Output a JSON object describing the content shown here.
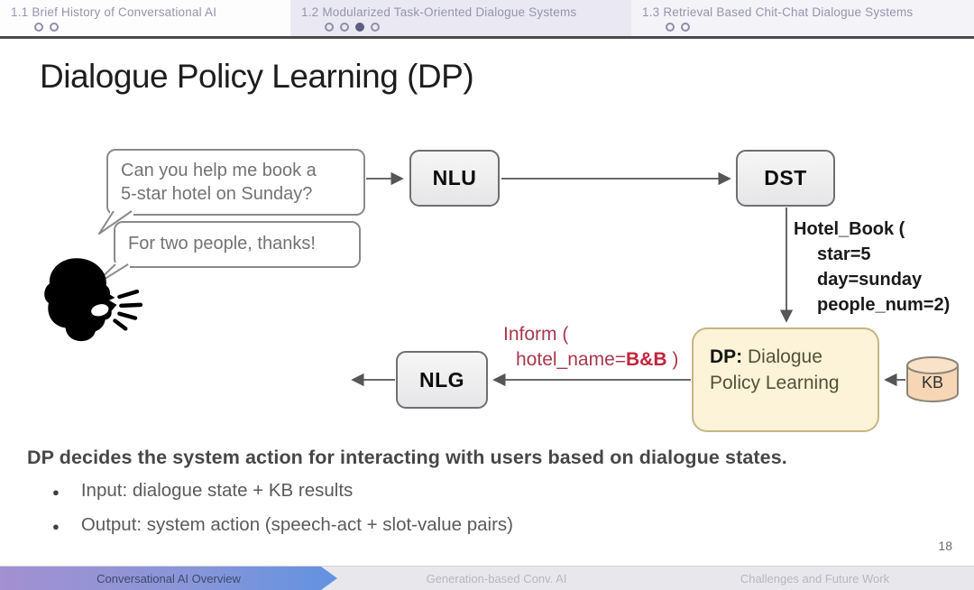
{
  "nav": {
    "sections": [
      {
        "label": "1.1 Brief History of Conversational AI",
        "dots": {
          "total": 2,
          "active": -1
        }
      },
      {
        "label": "1.2 Modularized Task-Oriented Dialogue Systems",
        "dots": {
          "total": 4,
          "active": 2
        }
      },
      {
        "label": "1.3 Retrieval Based Chit-Chat Dialogue Systems",
        "dots": {
          "total": 2,
          "active": -1
        }
      }
    ]
  },
  "slide": {
    "title": "Dialogue Policy Learning (DP)",
    "page_number": "18"
  },
  "diagram": {
    "speech_bubble_1": {
      "line1": "Can you help me book a",
      "line2": "5-star hotel on Sunday?"
    },
    "speech_bubble_2": {
      "text": "For two people, thanks!"
    },
    "boxes": {
      "nlu": "NLU",
      "dst": "DST",
      "nlg": "NLG",
      "dp_prefix": "DP:",
      "dp_label": " Dialogue Policy Learning",
      "kb": "KB"
    },
    "dst_output": {
      "line1": "Hotel_Book (",
      "line2": "star=5",
      "line3": "day=sunday",
      "line4": "people_num=2)"
    },
    "dp_output": {
      "line1": "Inform (",
      "line2_prefix": "hotel_name=",
      "line2_value": "B&B",
      "line2_suffix": " )"
    },
    "icons": {
      "speaker": "speaking-person-icon",
      "kb": "database-cylinder-icon"
    }
  },
  "content": {
    "statement": "DP decides the system action for interacting with users based on dialogue states.",
    "bullets": [
      "Input: dialogue state + KB results",
      "Output: system action (speech-act + slot-value pairs)"
    ]
  },
  "footer": {
    "sections": [
      "Conversational AI Overview",
      "Generation-based Conv. AI",
      "Challenges and Future Work"
    ]
  },
  "colors": {
    "accent_red": "#a8394d",
    "accent_red_bright": "#c2243c",
    "dp_fill": "#fcf3d8",
    "dp_border": "#c6b584",
    "kb_fill": "#f6d6b4",
    "nav_highlight": "#eae9f3",
    "footer_gradient_start": "#a290d1",
    "footer_gradient_end": "#6292e0"
  }
}
